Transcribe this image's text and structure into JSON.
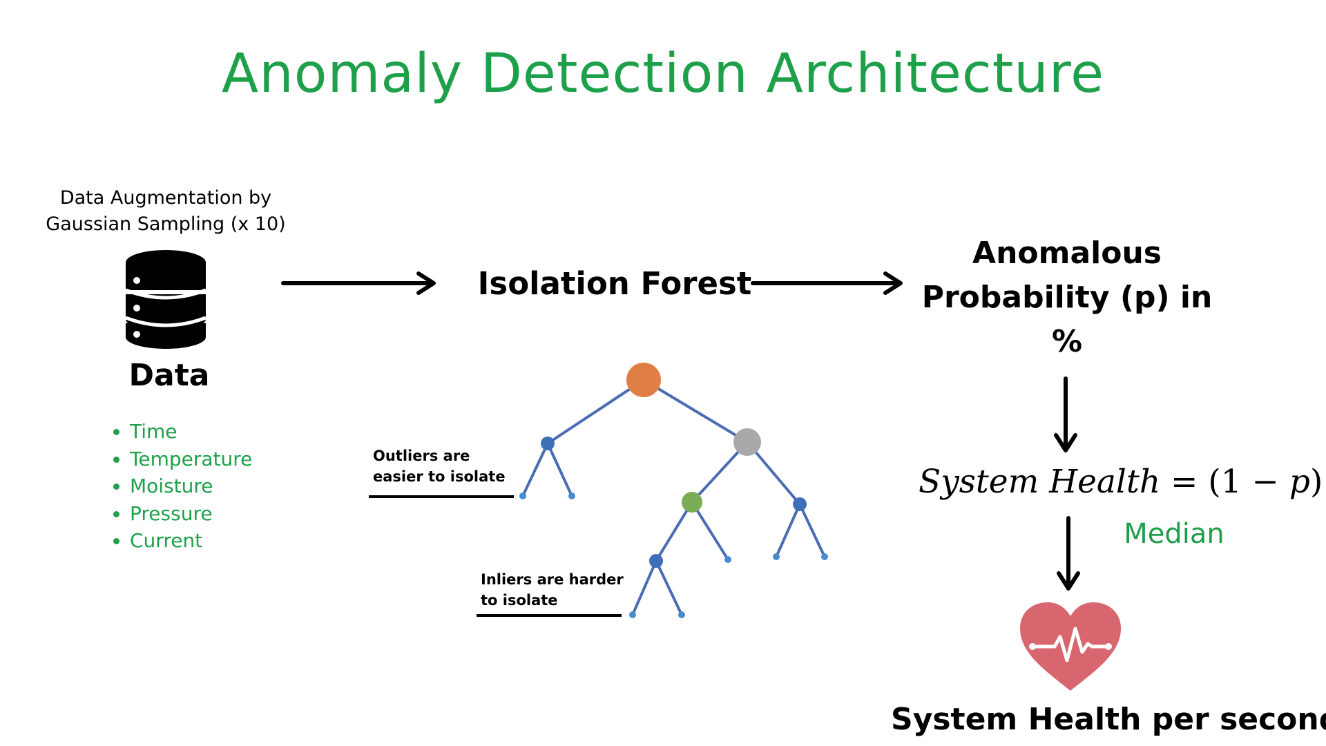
{
  "title": "Anomaly Detection Architecture",
  "augmentation_text": "Data Augmentation by Gaussian Sampling (x 10)",
  "data_label": "Data",
  "features": [
    "Time",
    "Temperature",
    "Moisture",
    "Pressure",
    "Current"
  ],
  "model_label": "Isolation Forest",
  "output_label": "Anomalous Probability (p) in %",
  "formula": {
    "lhs": "System Health",
    "rhs_open": " = (",
    "one": "1",
    "minus_p": " − p",
    "rhs_close": ")"
  },
  "median_label": "Median",
  "final_label": "System Health per second",
  "tree_notes": {
    "outliers": [
      "Outliers are",
      "easier to isolate"
    ],
    "inliers": [
      "Inliers are harder",
      "to isolate"
    ]
  },
  "colors": {
    "accent_green": "#1ea04a",
    "root_node": "#e07f45",
    "gray_node": "#a9a9a9",
    "green_node": "#7aac56",
    "blue_node": "#3d70b7",
    "edge": "#4a6cb3",
    "heart": "#d8666e"
  },
  "icons": [
    "database-icon",
    "heart-pulse-icon"
  ]
}
